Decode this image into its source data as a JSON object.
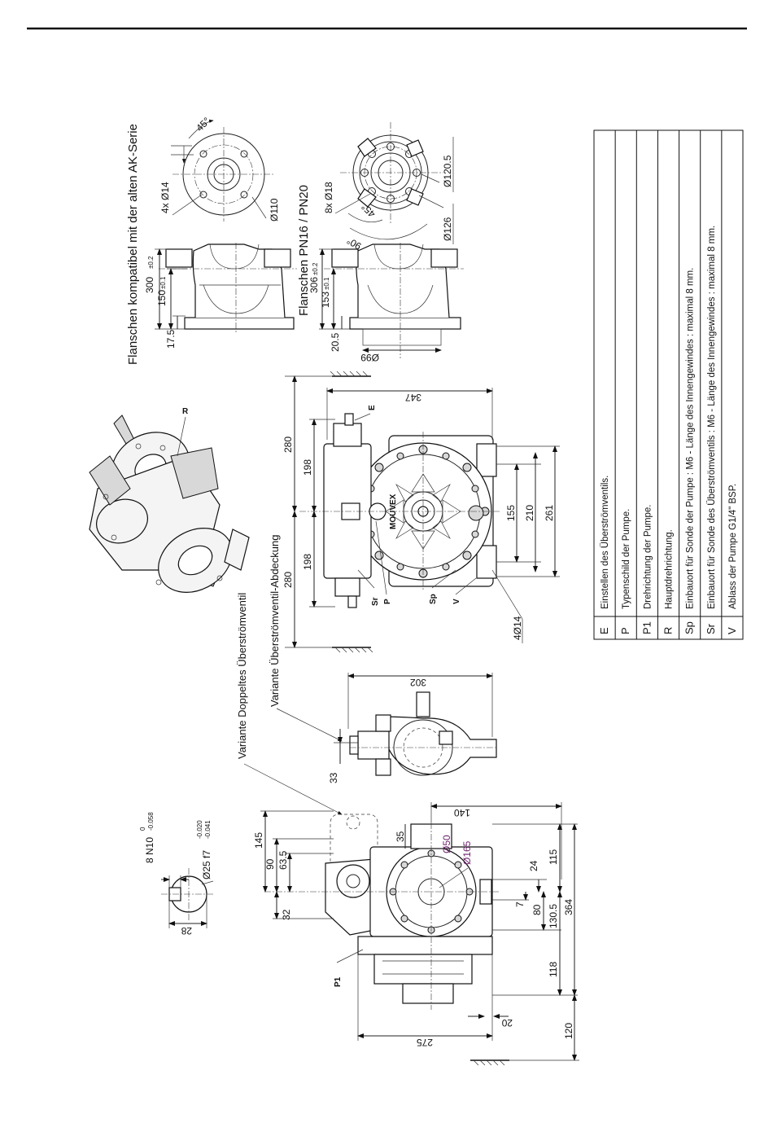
{
  "headings": {
    "ak_compatible": "Flanschen kompatibel mit der alten AK-Serie",
    "pn16": "Flanschen PN16 / PN20",
    "double_valve": "Variante Doppeltes Überströmventil",
    "valve_cover": "Variante Überströmventil-Abdeckung"
  },
  "flange_ak": {
    "angle": "45°",
    "holes": "4x Ø14",
    "pitch": "Ø110",
    "height": "300",
    "height_tol": "±0.2",
    "axis": "150",
    "axis_tol": "±0.1",
    "base": "17.5"
  },
  "flange_pn": {
    "holes": "8x Ø18",
    "angle1": "45°",
    "angle2": "90°",
    "outer": "Ø120.5",
    "pitch": "Ø126",
    "height": "306",
    "height_tol": "±0.2",
    "axis": "153",
    "axis_tol": "±0.1",
    "base": "20.5",
    "bore": "Ø99"
  },
  "front_view": {
    "total": "347",
    "left_h": "280",
    "right_h": "280",
    "half_left": "198",
    "half_right": "198",
    "d155": "155",
    "d210": "210",
    "d261": "261",
    "holes": "4Ø14",
    "brand": "MOUVEX"
  },
  "side_view": {
    "d140": "140",
    "d145": "145",
    "d90": "90",
    "d63_5": "63.5",
    "d32": "32",
    "d35": "35",
    "d50": "Ø50",
    "d165": "Ø165",
    "d24": "24",
    "d7": "7",
    "d80": "80",
    "d115": "115",
    "d130_5": "130.5",
    "d364": "364",
    "d118": "118",
    "d120": "120",
    "d20": "20",
    "d275": "275"
  },
  "top_view": {
    "d302": "302",
    "d33": "33"
  },
  "shaft": {
    "key": "8 N10",
    "key_tol_up": "0",
    "key_tol_lo": "-0.058",
    "dia": "Ø25 f7",
    "dia_tol_up": "-0.020",
    "dia_tol_lo": "-0.041",
    "d28": "28"
  },
  "markers": {
    "E": "E",
    "P": "P",
    "P1": "P1",
    "R": "R",
    "Sp": "Sp",
    "Sr": "Sr",
    "V": "V"
  },
  "legend": [
    {
      "code": "E",
      "text": "Einstellen des Überströmventils."
    },
    {
      "code": "P",
      "text": "Typenschild der Pumpe."
    },
    {
      "code": "P1",
      "text": "Drehrichtung der Pumpe."
    },
    {
      "code": "R",
      "text": "Hauptdrehrichtung."
    },
    {
      "code": "Sp",
      "text": "Einbauort für Sonde der Pumpe : M6 - Länge des Innengewindes : maximal 8 mm."
    },
    {
      "code": "Sr",
      "text": "Einbauort für Sonde des Überströmventils : M6 - Länge des Innengewindes : maximal 8 mm."
    },
    {
      "code": "V",
      "text": "Ablass der Pumpe G1/4\" BSP."
    }
  ]
}
